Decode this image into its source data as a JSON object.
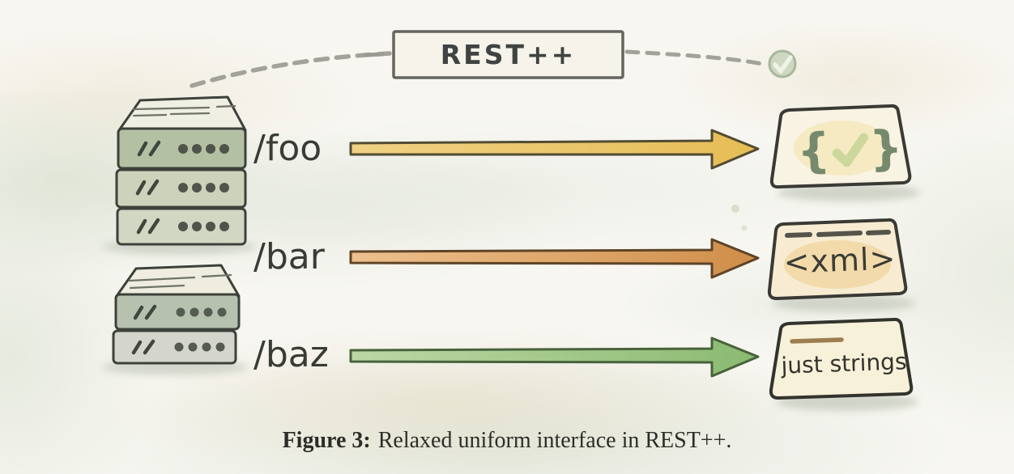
{
  "figure": {
    "rest_box": {
      "label": "REST++"
    },
    "colors": {
      "arrow_foo": "#e8c263",
      "arrow_bar": "#d6984f",
      "arrow_baz": "#99c37d",
      "brace_green": "#75896d",
      "ink_outline": "#3a3a35",
      "card_cream": "#f8f2e1"
    },
    "icons": {
      "success_check": "✓",
      "json_check": "✓"
    },
    "servers": [
      {
        "name": "server-stack-top",
        "units": 3
      },
      {
        "name": "server-stack-bottom",
        "units": 2
      }
    ],
    "endpoints": [
      {
        "path": "/foo",
        "target": "json-card"
      },
      {
        "path": "/bar",
        "target": "xml-card"
      },
      {
        "path": "/baz",
        "target": "strings-card"
      }
    ],
    "cards": {
      "json": {
        "left_brace": "{",
        "right_brace": "}"
      },
      "xml": {
        "label": "<xml>"
      },
      "strings": {
        "label": "just strings"
      }
    }
  },
  "caption": {
    "label": "Figure 3:",
    "text": "Relaxed uniform interface in REST++."
  }
}
